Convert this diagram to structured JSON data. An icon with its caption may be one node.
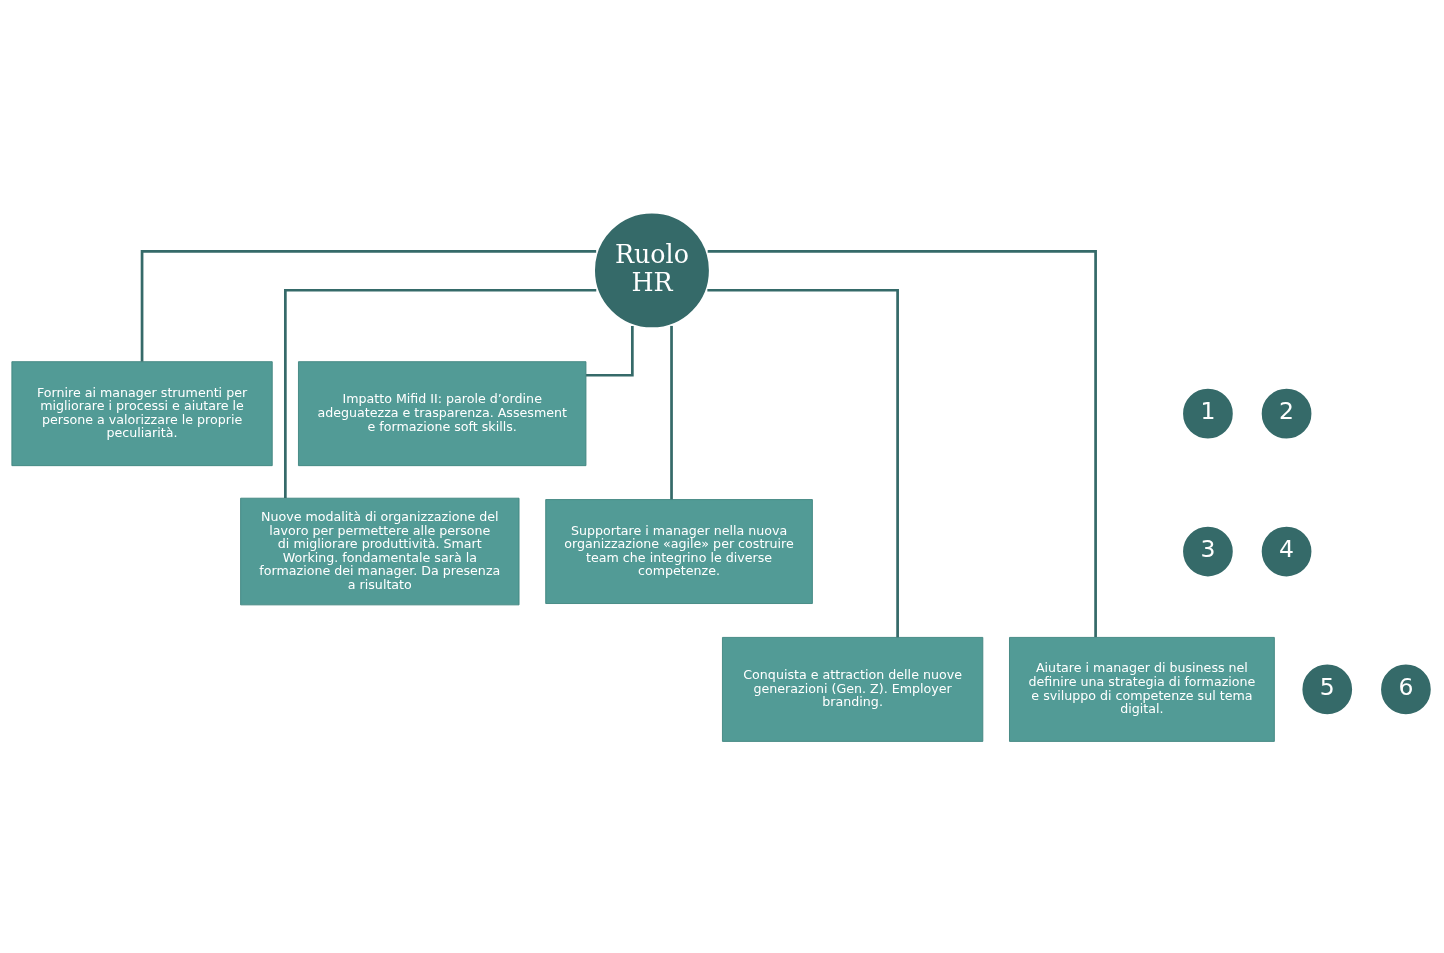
{
  "diagram": {
    "nodes": [
      {
        "text": [
          "Ruolo HR"
        ]
      },
      {
        "text": [
          "1"
        ]
      },
      {
        "text": [
          "Fornire ai manager strumenti per migliorare i processi e aiutare le persone a valorizzare le proprie peculiarità."
        ]
      },
      {
        "text": [
          "Impatto Mifid II: parole d’ordine adeguatezza e trasparenza. Assesment e formazione soft skills."
        ]
      },
      {
        "text": [
          "2"
        ]
      },
      {
        "text": [
          "3"
        ]
      },
      {
        "text": [
          "Nuove modalità di organizzazione del lavoro per permettere alle persone di migliorare produttività. Smart Working. fondamentale sarà la formazione dei manager. Da presenza a risultato"
        ]
      },
      {
        "text": [
          "Supportare i manager nella nuova organizzazione «agile» per costruire team che integrino le diverse competenze."
        ]
      },
      {
        "text": [
          "4"
        ]
      },
      {
        "text": [
          "5"
        ]
      },
      {
        "text": [
          "Conquista e attraction delle nuove generazioni (Gen. Z). Employer branding."
        ]
      },
      {
        "text": [
          "Aiutare i manager di business nel definire una strategia di formazione e sviluppo di competenze sul tema digital."
        ]
      },
      {
        "text": [
          "6"
        ]
      }
    ],
    "edges": [
      {
        "from": 0,
        "to": 2,
        "arrow": "none"
      },
      {
        "from": 0,
        "to": 3,
        "arrow": "none"
      },
      {
        "from": 0,
        "to": 6,
        "arrow": "none"
      },
      {
        "from": 0,
        "to": 7,
        "arrow": "none"
      },
      {
        "from": 0,
        "to": 10,
        "arrow": "none"
      },
      {
        "from": 0,
        "to": 11,
        "arrow": "none"
      }
    ]
  }
}
